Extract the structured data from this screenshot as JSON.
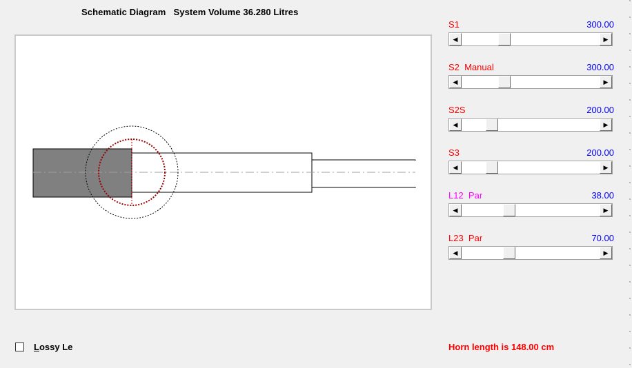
{
  "header": {
    "title": "Schematic Diagram   System Volume 36.280 Litres"
  },
  "parameters": [
    {
      "label": "S1",
      "value": "300.00",
      "label_color": "#ff0000",
      "value_color": "#0000ff",
      "level": 0.29
    },
    {
      "label": "S2  Manual",
      "value": "300.00",
      "label_color": "#ff0000",
      "value_color": "#0000ff",
      "level": 0.29
    },
    {
      "label": "S2S",
      "value": "200.00",
      "label_color": "#ff0000",
      "value_color": "#0000ff",
      "level": 0.19
    },
    {
      "label": "S3",
      "value": "200.00",
      "label_color": "#ff0000",
      "value_color": "#0000ff",
      "level": 0.19
    },
    {
      "label": "L12  Par",
      "value": "38.00",
      "label_color": "#ff00ff",
      "value_color": "#0000ff",
      "level": 0.33
    },
    {
      "label": "L23  Par",
      "value": "70.00",
      "label_color": "#ff0000",
      "value_color": "#0000ff",
      "level": 0.33
    }
  ],
  "checkbox": {
    "label_underlined": "L",
    "label_rest": "ossy Le",
    "checked": false
  },
  "status": {
    "horn_length": "Horn length is 148.00 cm",
    "color": "#ff0000"
  },
  "icons": {
    "left_arrow": "◀",
    "right_arrow": "▶"
  }
}
